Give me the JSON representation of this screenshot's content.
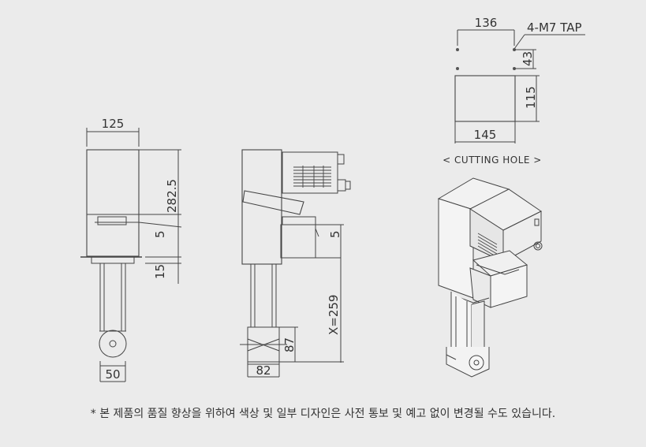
{
  "front_view": {
    "width_label": "125",
    "height_label": "282.5",
    "offset_label": "5",
    "flange_label": "15",
    "bottom_width_label": "50"
  },
  "side_view": {
    "offset_label": "5",
    "stroke_label": "X=259",
    "bottom_height_label": "87",
    "bottom_width_label": "82"
  },
  "cutting_hole": {
    "hole_spacing_label": "136",
    "tap_label": "4-M7 TAP",
    "hole_offset_label": "43",
    "height_label": "115",
    "width_label": "145",
    "caption": "< CUTTING HOLE >"
  },
  "footnote": "* 본 제품의 품질 향상을 위하여 색상 및 일부 디자인은 사전 통보 및 예고 없이 변경될 수도 있습니다."
}
